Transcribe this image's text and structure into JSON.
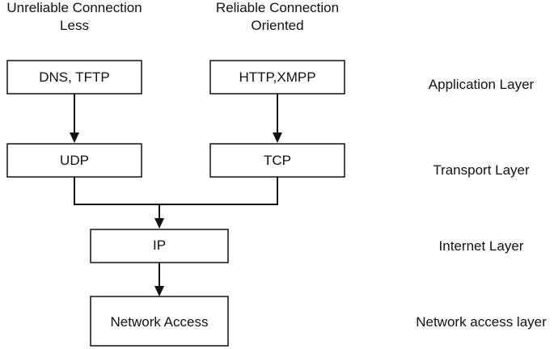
{
  "headings": {
    "unreliable": {
      "line1": "Unreliable Connection",
      "line2": "Less"
    },
    "reliable": {
      "line1": "Reliable Connection",
      "line2": "Oriented"
    }
  },
  "boxes": {
    "dns_tftp": "DNS, TFTP",
    "http_xmpp": "HTTP,XMPP",
    "udp": "UDP",
    "tcp": "TCP",
    "ip": "IP",
    "network_access": "Network Access"
  },
  "layers": {
    "application": "Application Layer",
    "transport": "Transport Layer",
    "internet": "Internet Layer",
    "network_access": "Network access layer"
  },
  "colors": {
    "stroke": "#111111",
    "background": "#ffffff"
  }
}
